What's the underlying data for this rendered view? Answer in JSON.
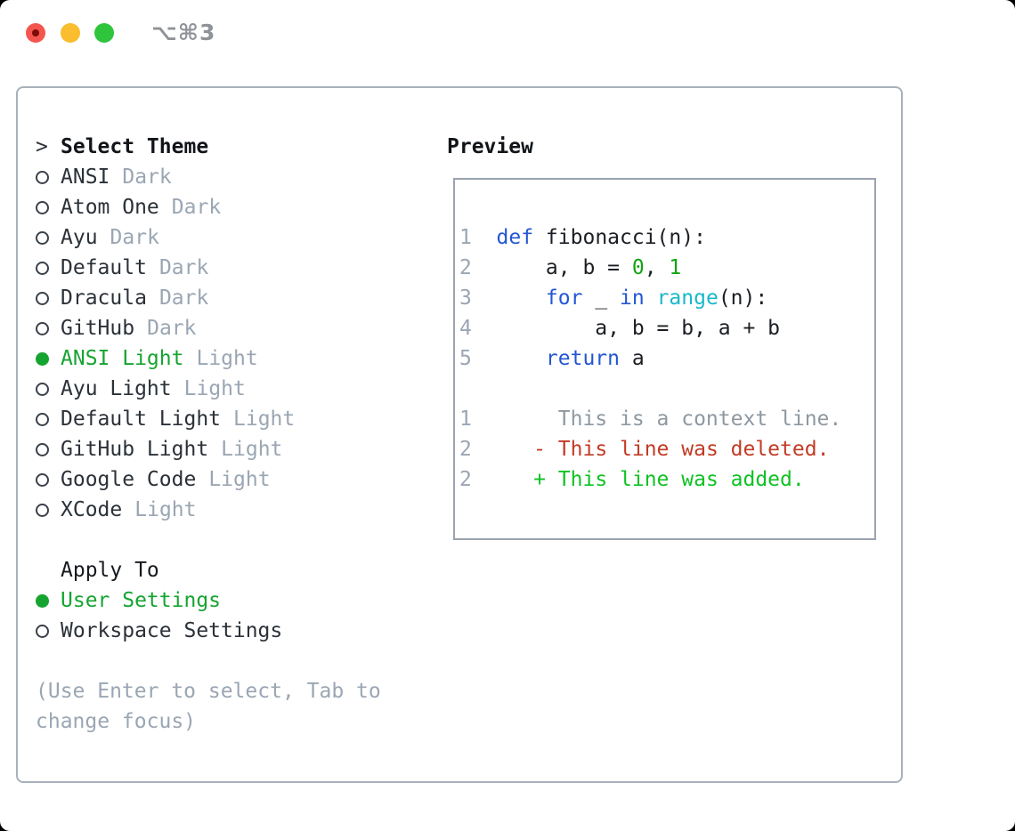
{
  "window": {
    "title": "⌥⌘3",
    "traffic_lights": [
      "close",
      "minimize",
      "maximize"
    ]
  },
  "theme_panel": {
    "heading_caret": ">",
    "heading": "Select Theme",
    "items": [
      {
        "name": "ANSI",
        "tag": "Dark",
        "selected": false
      },
      {
        "name": "Atom One",
        "tag": "Dark",
        "selected": false
      },
      {
        "name": "Ayu",
        "tag": "Dark",
        "selected": false
      },
      {
        "name": "Default",
        "tag": "Dark",
        "selected": false
      },
      {
        "name": "Dracula",
        "tag": "Dark",
        "selected": false
      },
      {
        "name": "GitHub",
        "tag": "Dark",
        "selected": false
      },
      {
        "name": "ANSI Light",
        "tag": "Light",
        "selected": true
      },
      {
        "name": "Ayu Light",
        "tag": "Light",
        "selected": false
      },
      {
        "name": "Default Light",
        "tag": "Light",
        "selected": false
      },
      {
        "name": "GitHub Light",
        "tag": "Light",
        "selected": false
      },
      {
        "name": "Google Code",
        "tag": "Light",
        "selected": false
      },
      {
        "name": "XCode",
        "tag": "Light",
        "selected": false
      }
    ]
  },
  "apply_to": {
    "heading": "Apply To",
    "options": [
      {
        "name": "User Settings",
        "selected": true
      },
      {
        "name": "Workspace Settings",
        "selected": false
      }
    ]
  },
  "help_lines": [
    "(Use Enter to select, Tab to",
    "change focus)"
  ],
  "preview": {
    "heading": "Preview",
    "lines": [
      {
        "num": "1",
        "tokens": [
          {
            "t": "def",
            "c": "kw"
          },
          {
            "t": " fibonacci(n):",
            "c": "pl"
          }
        ]
      },
      {
        "num": "2",
        "tokens": [
          {
            "t": "    a, b = ",
            "c": "pl"
          },
          {
            "t": "0",
            "c": "num"
          },
          {
            "t": ", ",
            "c": "pl"
          },
          {
            "t": "1",
            "c": "num"
          }
        ]
      },
      {
        "num": "3",
        "tokens": [
          {
            "t": "    ",
            "c": "pl"
          },
          {
            "t": "for",
            "c": "kw"
          },
          {
            "t": " _ ",
            "c": "pl"
          },
          {
            "t": "in",
            "c": "kw"
          },
          {
            "t": " ",
            "c": "pl"
          },
          {
            "t": "range",
            "c": "bi"
          },
          {
            "t": "(n):",
            "c": "pl"
          }
        ]
      },
      {
        "num": "4",
        "tokens": [
          {
            "t": "        a, b = b, a + b",
            "c": "pl"
          }
        ]
      },
      {
        "num": "5",
        "tokens": [
          {
            "t": "    ",
            "c": "pl"
          },
          {
            "t": "return",
            "c": "kw"
          },
          {
            "t": " a",
            "c": "pl"
          }
        ]
      },
      {
        "blank": true
      },
      {
        "num": "1",
        "tokens": [
          {
            "t": "     This is a context line.",
            "c": "ctx"
          }
        ]
      },
      {
        "num": "2",
        "tokens": [
          {
            "t": "   ",
            "c": "pl"
          },
          {
            "t": "- This line was deleted.",
            "c": "del"
          }
        ]
      },
      {
        "num": "2",
        "tokens": [
          {
            "t": "   ",
            "c": "pl"
          },
          {
            "t": "+ This line was added.",
            "c": "add"
          }
        ]
      }
    ]
  },
  "colors": {
    "selection_green": "#16a431",
    "keyword_blue": "#2356d4",
    "builtin_cyan": "#18b7cb",
    "number_green": "#12a313",
    "deleted_red": "#c23b24",
    "added_green": "#0fc224",
    "muted_gray": "#9aa6b3",
    "text_dark": "#2b3138",
    "border_gray": "#a8b1bb",
    "traffic_red": "#f4564f",
    "traffic_yellow": "#f9bd2e",
    "traffic_green": "#2ec53d"
  }
}
